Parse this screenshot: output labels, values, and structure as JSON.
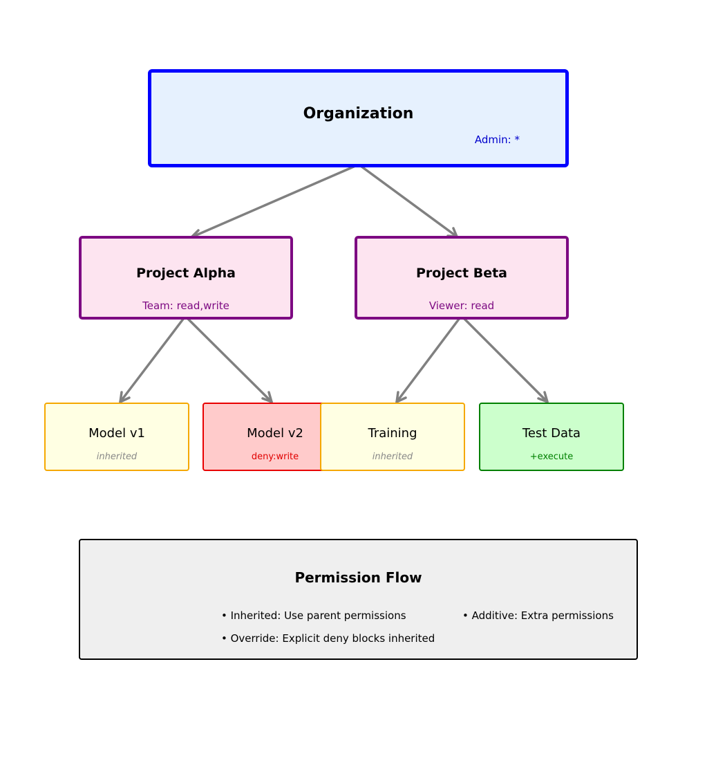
{
  "organization": {
    "title": "Organization",
    "role": "Admin: *"
  },
  "projects": [
    {
      "title": "Project Alpha",
      "role": "Team: read,write"
    },
    {
      "title": "Project Beta",
      "role": "Viewer: read"
    }
  ],
  "resources": [
    {
      "title": "Model v1",
      "permission": "inherited"
    },
    {
      "title": "Model v2",
      "permission": "deny:write"
    },
    {
      "title": "Training",
      "permission": "inherited"
    },
    {
      "title": "Test Data",
      "permission": "+execute"
    }
  ],
  "legend": {
    "title": "Permission Flow",
    "items": [
      "• Inherited: Use parent permissions",
      "• Additive: Extra permissions",
      "• Override: Explicit deny blocks inherited"
    ]
  },
  "colors": {
    "organization_border": "#0000ff",
    "organization_fill": "#e6f1fe",
    "project_border": "#7d0a82",
    "project_fill": "#fde4f0",
    "inherited_border": "#f5a800",
    "inherited_fill": "#ffffe3",
    "deny_border": "#e80000",
    "deny_fill": "#ffcbcb",
    "additive_border": "#008000",
    "additive_fill": "#ccffcc",
    "edge": "#808080"
  }
}
